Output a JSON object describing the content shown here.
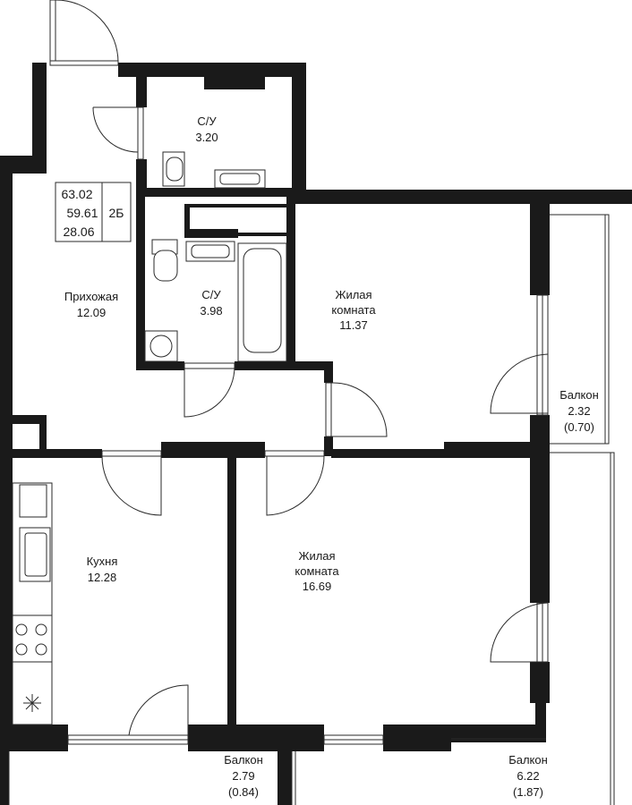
{
  "apartment": {
    "total_area": "63.02",
    "living_area_excl": "59.61",
    "living_area": "28.06",
    "type": "2Б"
  },
  "rooms": {
    "bathroom_top": {
      "name": "С/У",
      "area": "3.20"
    },
    "bathroom_mid": {
      "name": "С/У",
      "area": "3.98"
    },
    "hallway": {
      "name": "Прихожая",
      "area": "12.09"
    },
    "living_small": {
      "name_line1": "Жилая",
      "name_line2": "комната",
      "area": "11.37"
    },
    "kitchen": {
      "name": "Кухня",
      "area": "12.28"
    },
    "living_large": {
      "name_line1": "Жилая",
      "name_line2": "комната",
      "area": "16.69"
    },
    "balcony_right_top": {
      "name": "Балкон",
      "area": "2.32",
      "reduced_area": "(0.70)"
    },
    "balcony_bottom_left": {
      "name": "Балкон",
      "area": "2.79",
      "reduced_area": "(0.84)"
    },
    "balcony_bottom_right": {
      "name": "Балкон",
      "area": "6.22",
      "reduced_area": "(1.87)"
    }
  }
}
